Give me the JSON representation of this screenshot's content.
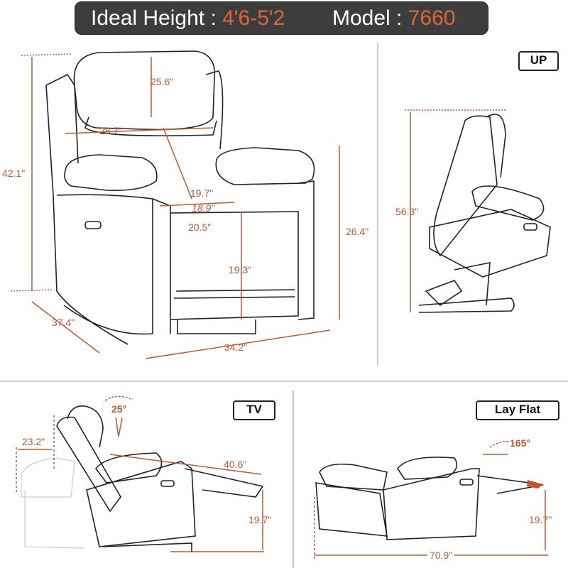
{
  "header": {
    "ideal_height_label": "Ideal Height : ",
    "ideal_height_value": "4'6-5'2",
    "model_label": "Model : ",
    "model_value": "7660"
  },
  "colors": {
    "banner_bg": "#3d3d3d",
    "accent": "#e0643c",
    "dimension": "#b95a35",
    "line": "#222222"
  },
  "front_view": {
    "dimensions": {
      "total_height": "42.1\"",
      "back_height": "25.6\"",
      "back_width": "28.7\"",
      "seat_depth_top": "19.7\"",
      "seat_depth": "18.9\"",
      "seat_width": "20.5\"",
      "arm_height": "26.4\"",
      "seat_height": "19.3\"",
      "depth": "37.4\"",
      "width": "34.2\""
    }
  },
  "up_view": {
    "label": "UP",
    "height": "56.3\""
  },
  "tv_view": {
    "label": "TV",
    "angle": "25°",
    "back_clearance": "23.2\"",
    "recline_length": "40.6\"",
    "footrest_height": "19.7\""
  },
  "lay_flat_view": {
    "label": "Lay Flat",
    "angle": "165°",
    "footrest_height": "19.7\"",
    "total_length": "70.9\""
  }
}
